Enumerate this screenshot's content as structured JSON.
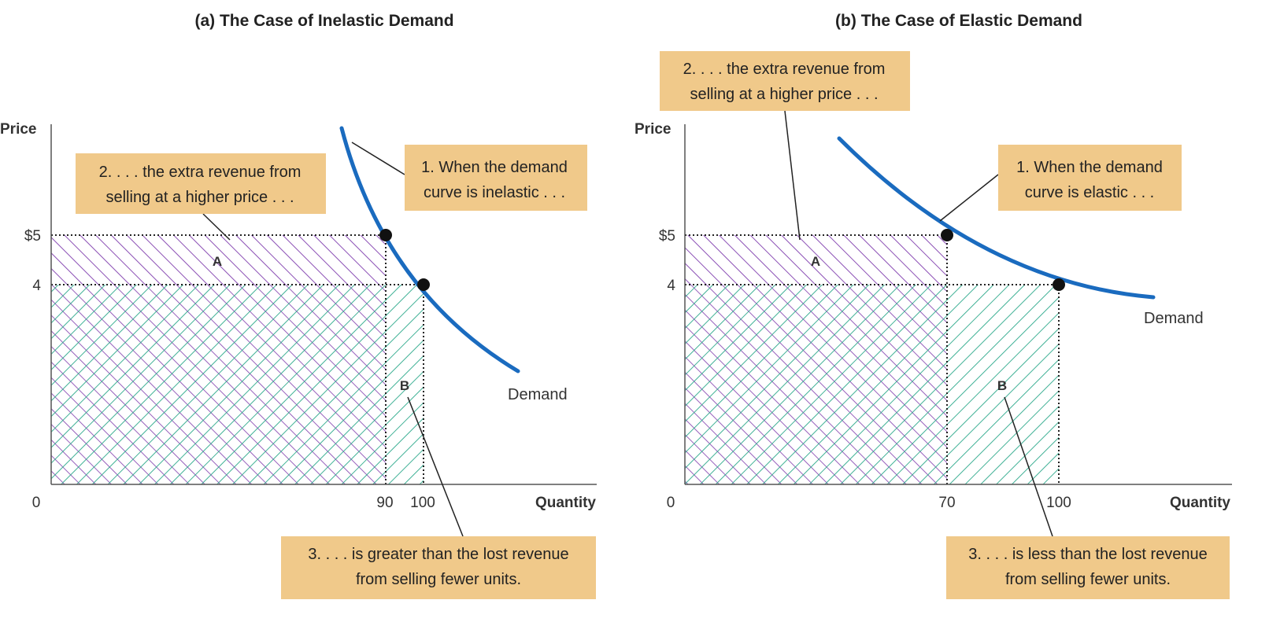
{
  "chart_data": [
    {
      "type": "area",
      "title": "(a) The Case of Inelastic Demand",
      "xlabel": "Quantity",
      "ylabel": "Price",
      "xticks": [
        "0",
        "90",
        "100"
      ],
      "yticks": [
        "$5",
        "4"
      ],
      "series": [
        {
          "name": "Demand",
          "points": [
            [
              90,
              5
            ],
            [
              100,
              4
            ]
          ]
        }
      ],
      "areas": [
        {
          "label": "A",
          "x": [
            0,
            90
          ],
          "y": [
            4,
            5
          ]
        },
        {
          "label": "B",
          "x": [
            90,
            100
          ],
          "y": [
            0,
            4
          ]
        }
      ],
      "annotations": [
        {
          "lines": [
            "1. When the demand",
            "curve is inelastic . . ."
          ]
        },
        {
          "lines": [
            "2. . . . the extra revenue from",
            "selling at a higher price . . ."
          ]
        },
        {
          "lines": [
            "3. . . . is greater than the lost revenue",
            "from selling fewer units."
          ]
        }
      ],
      "colors": {
        "curve": "#1a6bbf",
        "area_a": "#8b4fb5",
        "area_b": "#2aa88a"
      }
    },
    {
      "type": "area",
      "title": "(b) The Case of Elastic Demand",
      "xlabel": "Quantity",
      "ylabel": "Price",
      "xticks": [
        "0",
        "70",
        "100"
      ],
      "yticks": [
        "$5",
        "4"
      ],
      "series": [
        {
          "name": "Demand",
          "points": [
            [
              70,
              5
            ],
            [
              100,
              4
            ]
          ]
        }
      ],
      "areas": [
        {
          "label": "A",
          "x": [
            0,
            70
          ],
          "y": [
            4,
            5
          ]
        },
        {
          "label": "B",
          "x": [
            70,
            100
          ],
          "y": [
            0,
            4
          ]
        }
      ],
      "annotations": [
        {
          "lines": [
            "1. When the demand",
            "curve is elastic . . ."
          ]
        },
        {
          "lines": [
            "2. . . . the extra revenue from",
            "selling at a higher price . . ."
          ]
        },
        {
          "lines": [
            "3. . . . is less than the lost revenue",
            "from selling fewer units."
          ]
        }
      ],
      "colors": {
        "curve": "#1a6bbf",
        "area_a": "#8b4fb5",
        "area_b": "#2aa88a"
      }
    }
  ]
}
